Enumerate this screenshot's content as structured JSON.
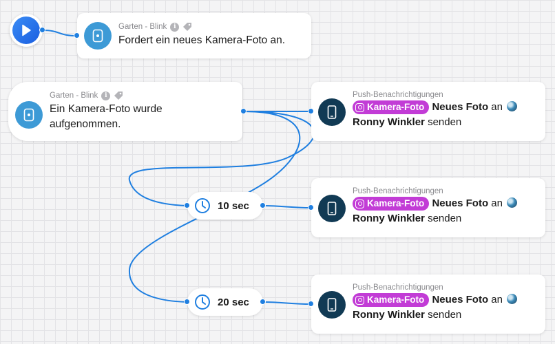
{
  "start": {
    "icon": "play-icon"
  },
  "request_card": {
    "source": "Garten - Blink",
    "title": "Fordert ein neues Kamera-Foto an."
  },
  "trigger_card": {
    "source": "Garten - Blink",
    "title_line1": "Ein Kamera-Foto wurde",
    "title_line2": "aufgenommen."
  },
  "delays": [
    {
      "label": "10 sec"
    },
    {
      "label": "20 sec"
    }
  ],
  "push_cards": [
    {
      "source": "Push-Benachrichtigungen",
      "tag": "Kamera-Foto",
      "action": "Neues Foto",
      "connector": "an",
      "recipient": "Ronny Winkler",
      "verb": "senden"
    },
    {
      "source": "Push-Benachrichtigungen",
      "tag": "Kamera-Foto",
      "action": "Neues Foto",
      "connector": "an",
      "recipient": "Ronny Winkler",
      "verb": "senden"
    },
    {
      "source": "Push-Benachrichtigungen",
      "tag": "Kamera-Foto",
      "action": "Neues Foto",
      "connector": "an",
      "recipient": "Ronny Winkler",
      "verb": "senden"
    }
  ],
  "colors": {
    "wire": "#1f7fe0",
    "tag": "#c23cd6",
    "phone_icon_bg": "#113a54",
    "blink_icon_bg": "#3d9ad6",
    "start": "#2b74ea"
  }
}
